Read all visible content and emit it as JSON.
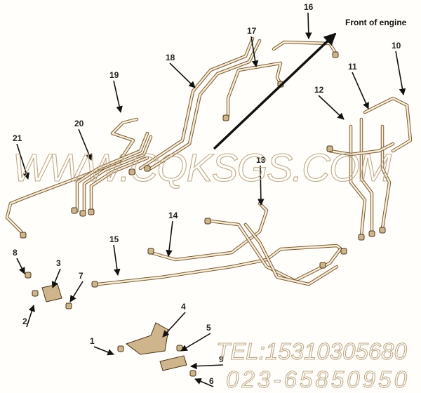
{
  "diagram": {
    "direction_label": "Front of engine",
    "callouts": [
      "1",
      "2",
      "3",
      "4",
      "5",
      "6",
      "7",
      "8",
      "9",
      "10",
      "11",
      "12",
      "13",
      "14",
      "15",
      "16",
      "17",
      "18",
      "19",
      "20",
      "21"
    ]
  },
  "watermark": {
    "site": "WWW.CQKSGS.COM",
    "tel": "TEL:15310305680",
    "phone": "023-65850950"
  },
  "colors": {
    "pipe": "#7a5a30",
    "watermark": "#bfa98a"
  }
}
